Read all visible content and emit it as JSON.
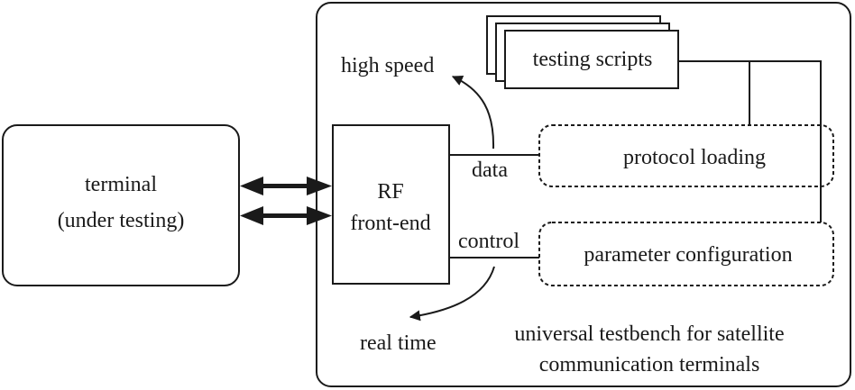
{
  "terminal": {
    "line1": "terminal",
    "line2": "(under testing)"
  },
  "rf_frontend": {
    "line1": "RF",
    "line2": "front-end"
  },
  "testing_scripts": {
    "label": "testing  scripts"
  },
  "protocol_loading": {
    "label": "protocol  loading"
  },
  "parameter_configuration": {
    "label": "parameter  configuration"
  },
  "labels": {
    "high_speed": "high speed",
    "data": "data",
    "control": "control",
    "real_time": "real time"
  },
  "testbench": {
    "line1": "universal testbench for  satellite",
    "line2": "communication  terminals"
  }
}
